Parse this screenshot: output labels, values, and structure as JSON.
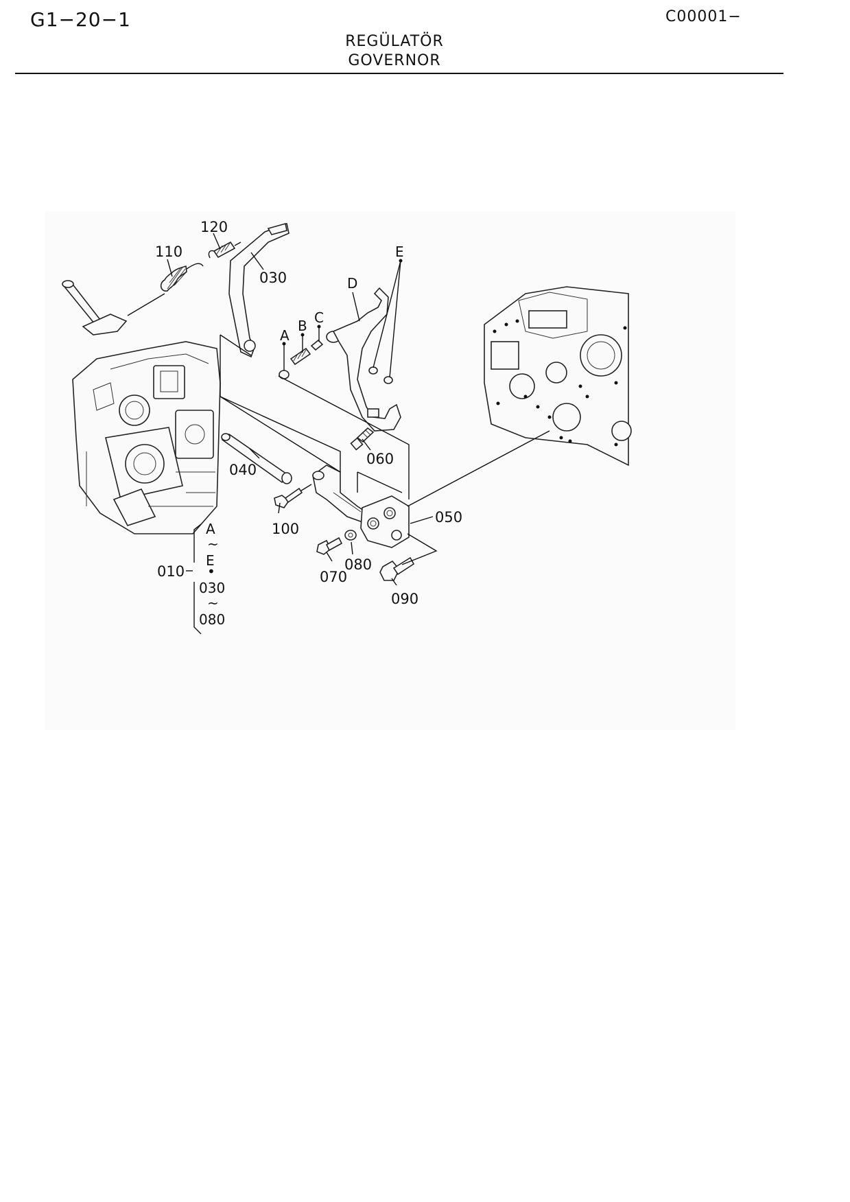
{
  "header": {
    "page_code": "G1−20−1",
    "catalog_code": "C00001−",
    "title_tr": "REGÜLATÖR",
    "title_en": "GOVERNOR"
  },
  "callouts": {
    "p010": "010",
    "p030": "030",
    "p040": "040",
    "p050": "050",
    "p060": "060",
    "p070": "070",
    "p080": "080",
    "p090": "090",
    "p100": "100",
    "p110": "110",
    "p120": "120",
    "A": "A",
    "B": "B",
    "C": "C",
    "D": "D",
    "E": "E"
  },
  "assembly_note": {
    "a": "A",
    "tilde1": "~",
    "e": "E",
    "dot": "•",
    "from": "030",
    "tilde2": "~",
    "to": "080"
  }
}
